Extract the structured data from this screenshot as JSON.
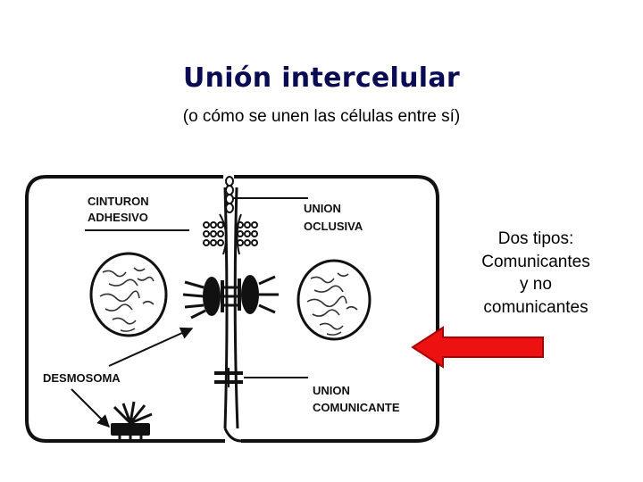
{
  "slide": {
    "title": "Unión intercelular",
    "subtitle": "(o cómo se unen las células entre sí)",
    "side_note": {
      "line1": "Dos tipos:",
      "line2": "Comunicantes",
      "line3": "y no",
      "line4": "comunicantes"
    }
  },
  "diagram": {
    "labels": {
      "cinturon_line1": "CINTURON",
      "cinturon_line2": "ADHESIVO",
      "oclusiva_line1": "UNION",
      "oclusiva_line2": "OCLUSIVA",
      "comunicante_line1": "UNION",
      "comunicante_line2": "COMUNICANTE",
      "desmosoma": "DESMOSOMA"
    },
    "colors": {
      "arrow_fill": "#ee1111",
      "arrow_stroke": "#aa0000",
      "ink": "#111111",
      "title": "#0b0b55"
    }
  }
}
